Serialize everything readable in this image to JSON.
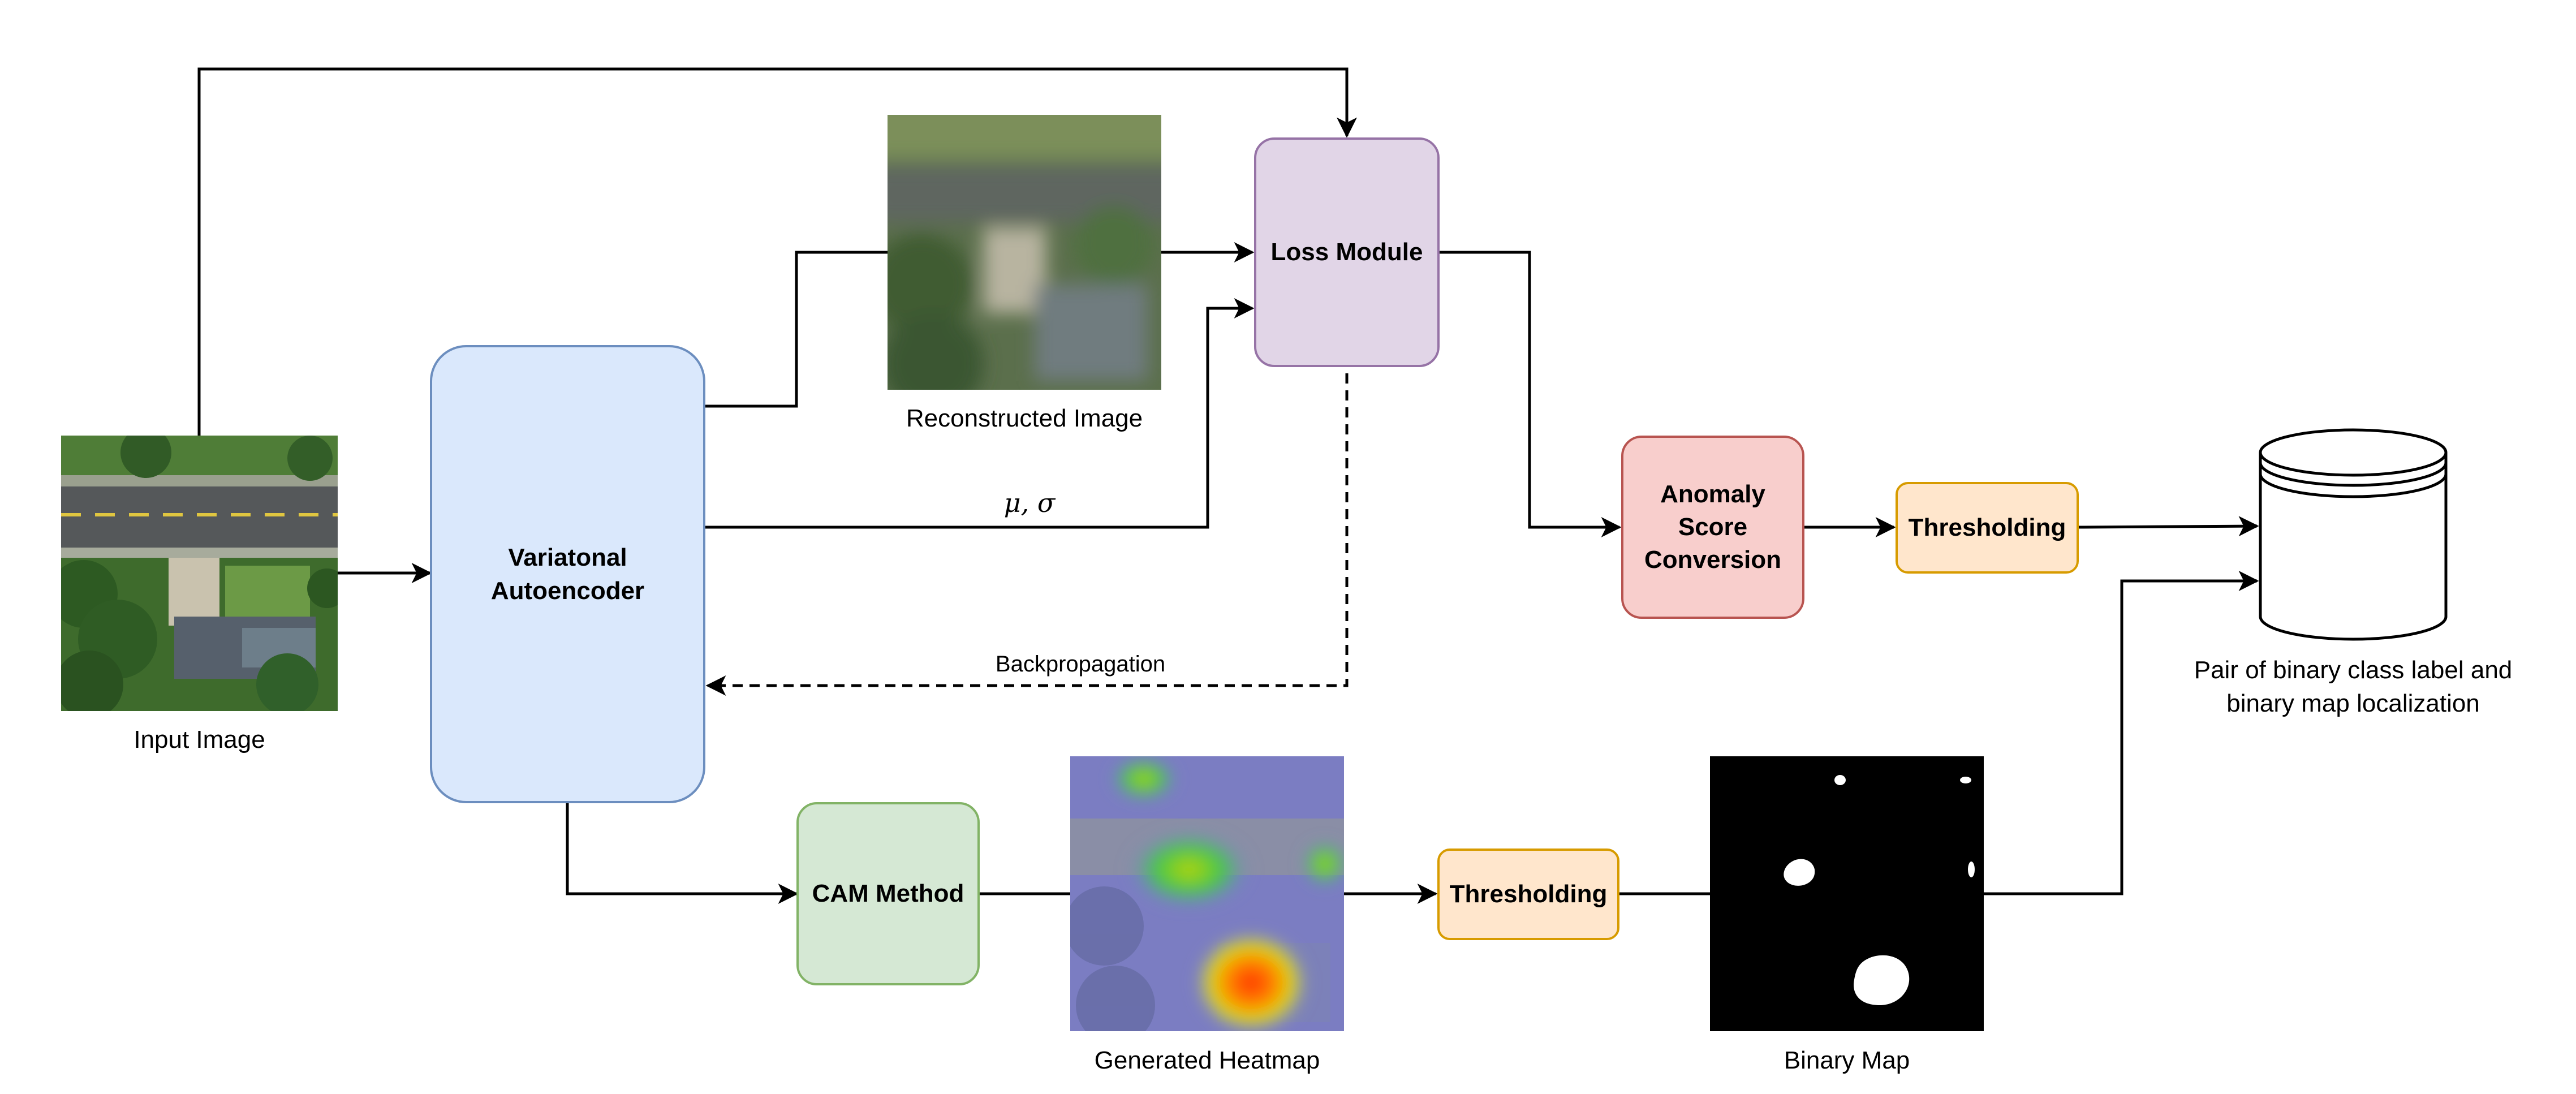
{
  "colors": {
    "vae_fill": "#dae8fc",
    "vae_stroke": "#6c8ebf",
    "loss_fill": "#e1d5e7",
    "loss_stroke": "#9673a6",
    "anomaly_fill": "#f8cecc",
    "anomaly_stroke": "#b85450",
    "threshold_fill": "#ffe6cc",
    "threshold_stroke": "#d79b00",
    "cam_fill": "#d5e8d4",
    "cam_stroke": "#82b366",
    "line": "#000000"
  },
  "nodes": {
    "vae": "Variatonal Autoencoder",
    "loss": "Loss Module",
    "anomaly": "Anomaly Score Conversion",
    "threshold_top": "Thresholding",
    "threshold_bottom": "Thresholding",
    "cam": "CAM Method"
  },
  "captions": {
    "input": "Input Image",
    "reconstructed": "Reconstructed Image",
    "heatmap": "Generated Heatmap",
    "binary": "Binary Map",
    "output": "Pair of binary class label and binary map localization"
  },
  "edge_labels": {
    "mu_sigma": "μ, σ",
    "backprop": "Backpropagation"
  },
  "icons": {
    "output_store": "database-cylinder-icon"
  }
}
